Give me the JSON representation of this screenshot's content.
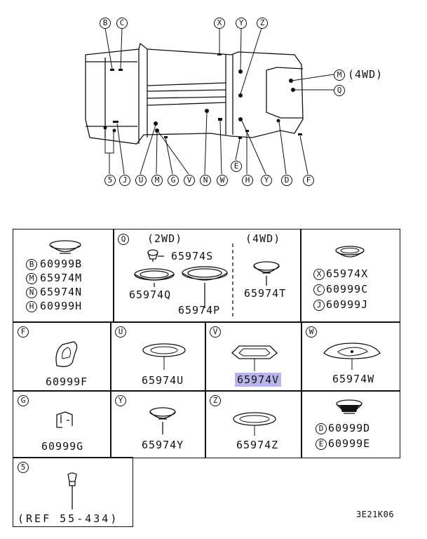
{
  "callouts_top": [
    "B",
    "C",
    "X",
    "Y",
    "Z"
  ],
  "callouts_right": [
    {
      "letter": "M",
      "text": "(4WD)"
    },
    {
      "letter": "Q",
      "text": ""
    }
  ],
  "callouts_bottom": [
    "5",
    "J",
    "U",
    "M",
    "G",
    "V",
    "N",
    "W",
    "H",
    "Y",
    "D",
    "F"
  ],
  "callout_E": "E",
  "cells": {
    "bmnh": {
      "items": [
        {
          "letter": "B",
          "part": "60999B"
        },
        {
          "letter": "M",
          "part": "65974M"
        },
        {
          "letter": "N",
          "part": "65974N"
        },
        {
          "letter": "H",
          "part": "60999H"
        }
      ]
    },
    "q": {
      "letter": "Q",
      "head_2wd": "(2WD)",
      "head_4wd": "(4WD)",
      "part_s": "65974S",
      "part_q": "65974Q",
      "part_p": "65974P",
      "part_t": "65974T"
    },
    "xcj": {
      "items": [
        {
          "letter": "X",
          "part": "65974X"
        },
        {
          "letter": "C",
          "part": "60999C"
        },
        {
          "letter": "J",
          "part": "60999J"
        }
      ]
    },
    "f": {
      "letter": "F",
      "part": "60999F"
    },
    "u": {
      "letter": "U",
      "part": "65974U"
    },
    "v": {
      "letter": "V",
      "part": "65974V"
    },
    "w": {
      "letter": "W",
      "part": "65974W"
    },
    "g": {
      "letter": "G",
      "part": "60999G"
    },
    "y": {
      "letter": "Y",
      "part": "65974Y"
    },
    "z": {
      "letter": "Z",
      "part": "65974Z"
    },
    "de": {
      "items": [
        {
          "letter": "D",
          "part": "60999D"
        },
        {
          "letter": "E",
          "part": "60999E"
        }
      ]
    },
    "five": {
      "letter": "5",
      "ref": "(REF 55-434)"
    }
  },
  "diagram_code": "3E21K06",
  "highlight_color": "#b9b5ec"
}
